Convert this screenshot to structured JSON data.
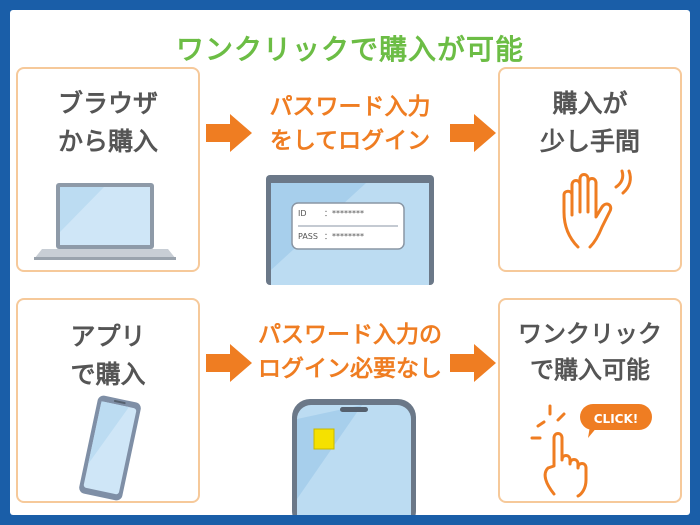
{
  "title": "ワンクリックで購入が可能",
  "row1": {
    "left": {
      "line1": "ブラウザ",
      "line2": "から購入"
    },
    "middle": {
      "line1": "パスワード入力",
      "line2": "をしてログイン"
    },
    "right": {
      "line1": "購入が",
      "line2": "少し手間"
    },
    "login_form": {
      "id_label": "ID",
      "id_value": "：********",
      "pass_label": "PASS",
      "pass_value": "：********"
    }
  },
  "row2": {
    "left": {
      "line1": "アプリ",
      "line2": "で購入"
    },
    "middle": {
      "line1": "パスワード入力の",
      "line2": "ログイン必要なし"
    },
    "right": {
      "line1": "ワンクリック",
      "line2": "で購入可能"
    },
    "click_bubble": "CLICK!"
  },
  "colors": {
    "frame": "#1a5ea8",
    "title": "#6cbd45",
    "accent": "#ef7d22",
    "card_border": "#f6c99a",
    "text": "#555555"
  }
}
